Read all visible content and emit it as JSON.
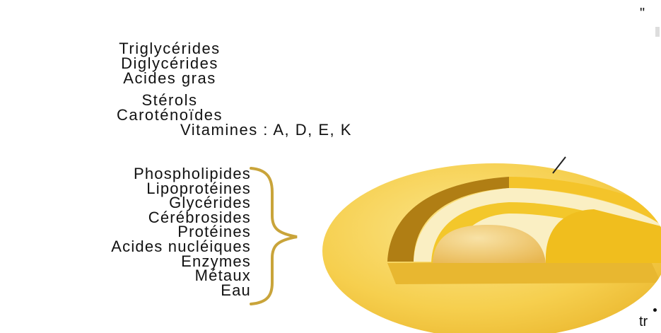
{
  "core_components": [
    "Triglycérides",
    "Diglycérides",
    "Acides gras",
    "Stérols",
    "Caroténoïdes",
    "Vitamines : A, D, E, K"
  ],
  "membrane_components": [
    "Phospholipides",
    "Lipoprotéines",
    "Glycérides",
    "Cérébrosides",
    "Protéines",
    "Acides nucléiques",
    "Enzymes",
    "Métaux",
    "Eau"
  ],
  "corner_marks": {
    "top": "\"",
    "bottom": "tr"
  },
  "colors": {
    "outer_sphere": "#F6CF4E",
    "membrane_dark": "#B07E14",
    "inner_layer": "#F3C72B",
    "core": "#F2CE73",
    "bracket": "#C9A43A"
  }
}
